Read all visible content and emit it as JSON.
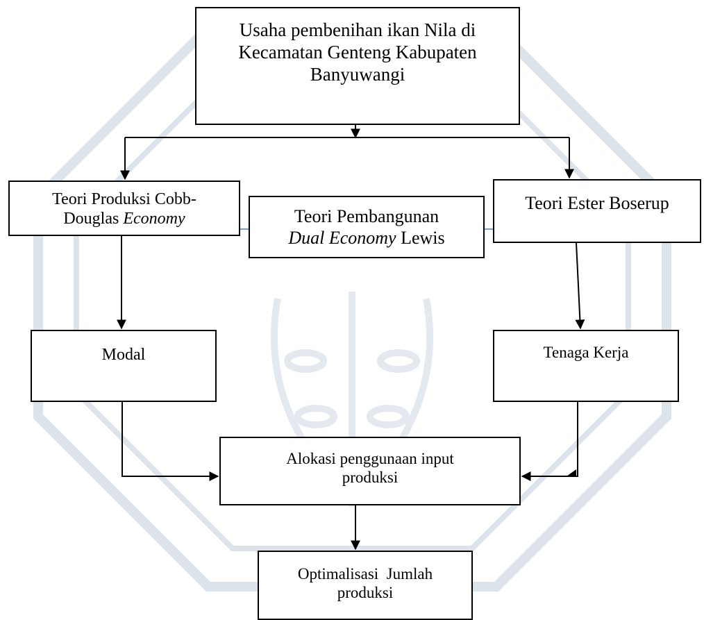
{
  "diagram": {
    "nodes": {
      "top": {
        "lines": [
          "Usaha pembenihan ikan Nila di",
          "Kecamatan Genteng Kabupaten",
          "Banyuwangi"
        ]
      },
      "cobb": {
        "line1": "Teori Produksi Cobb-",
        "line2_plain": "Douglas ",
        "line2_italic": "Economy"
      },
      "lewis": {
        "line1": "Teori Pembangunan",
        "line2_italic": "Dual Economy",
        "line2_plain": " Lewis"
      },
      "boserup": {
        "label": "Teori Ester Boserup"
      },
      "modal": {
        "label": "Modal"
      },
      "tenaga": {
        "label": "Tenaga Kerja"
      },
      "alokasi": {
        "lines": [
          "Alokasi penggunaan input",
          "produksi"
        ]
      },
      "optim": {
        "lines": [
          "Optimalisasi  Jumlah",
          "produksi"
        ]
      }
    },
    "edges": [
      {
        "from": "top",
        "to": "cobb"
      },
      {
        "from": "top",
        "to": "boserup"
      },
      {
        "from": "cobb",
        "to": "modal"
      },
      {
        "from": "boserup",
        "to": "tenaga"
      },
      {
        "from": "modal",
        "to": "alokasi"
      },
      {
        "from": "tenaga",
        "to": "alokasi"
      },
      {
        "from": "alokasi",
        "to": "optim"
      }
    ],
    "colors": {
      "line": "#000000",
      "connector": "#4a7fb5",
      "watermark": "#dde3ea"
    }
  }
}
